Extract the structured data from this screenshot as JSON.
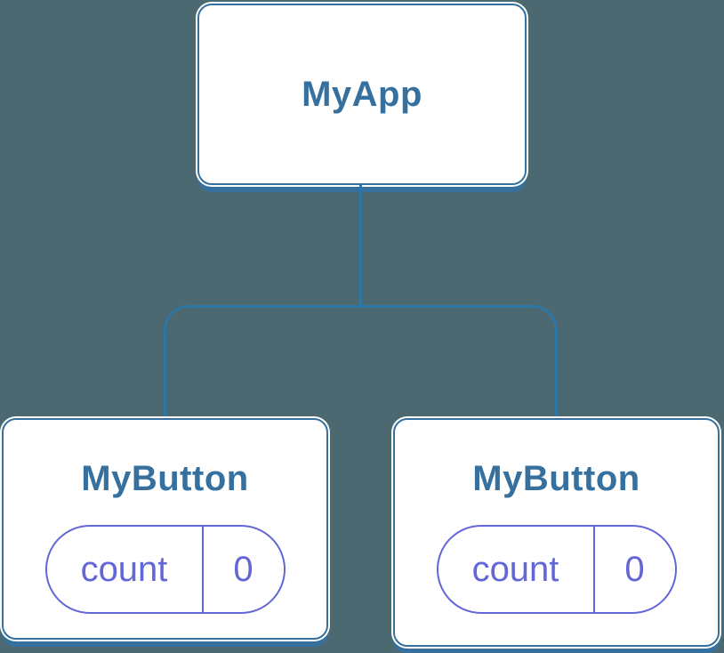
{
  "diagram": {
    "type": "component-tree",
    "background_color": "#4C6972",
    "colors": {
      "node_fill": "#FFFFFF",
      "node_border_blue": "#36709E",
      "node_label_blue": "#36709E",
      "connector_line": "#2D76A6",
      "state_purple": "#6366D6"
    },
    "root": {
      "label": "MyApp"
    },
    "children": [
      {
        "label": "MyButton",
        "state": {
          "key": "count",
          "value": "0"
        }
      },
      {
        "label": "MyButton",
        "state": {
          "key": "count",
          "value": "0"
        }
      }
    ]
  }
}
